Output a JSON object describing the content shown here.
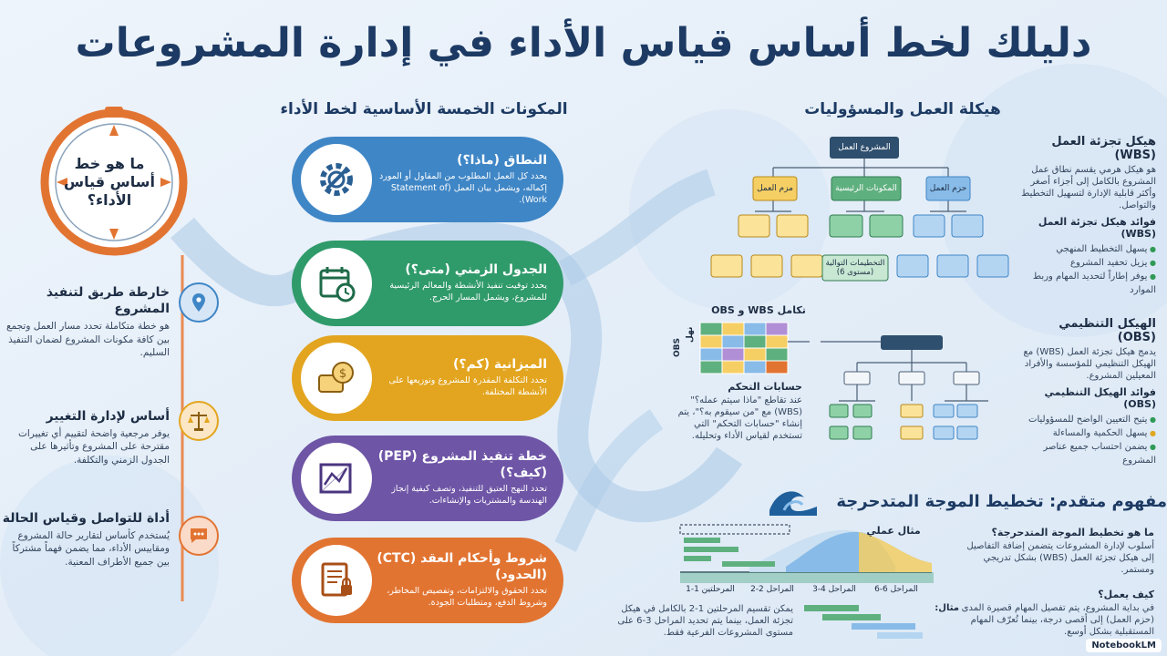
{
  "title": "دليلك لخط أساس قياس الأداء في إدارة المشروعات",
  "left": {
    "question": "ما هو خط أساس قياس الأداء؟",
    "items": [
      {
        "title": "خارطة طريق لتنفيذ المشروع",
        "text": "هو خطة متكاملة تحدد مسار العمل وتجمع بين كافة مكونات المشروع لضمان التنفيذ السليم."
      },
      {
        "title": "أساس لإدارة التغيير",
        "text": "يوفر مرجعية واضحة لتقييم أي تغييرات مقترحة على المشروع وتأثيرها على الجدول الزمني والتكلفة."
      },
      {
        "title": "أداة للتواصل وقياس الحالة",
        "text": "يُستخدم كأساس لتقارير حالة المشروع ومقاييس الأداء، مما يضمن فهماً مشتركاً بين جميع الأطراف المعنية."
      }
    ]
  },
  "components": {
    "heading": "المكونات الخمسة الأساسية لخط الأداء",
    "items": [
      {
        "title": "النطاق (ماذا؟)",
        "text": "يحدد كل العمل المطلوب من المقاول أو المورد إكماله، ويشمل بيان العمل (Statement of Work).",
        "color": "#3f86c6",
        "icon": "gear-wrench-icon"
      },
      {
        "title": "الجدول الزمني (متى؟)",
        "text": "يحدد توقيت تنفيذ الأنشطة والمعالم الرئيسية للمشروع، ويشمل المسار الحرج.",
        "color": "#2f9a6a",
        "icon": "calendar-clock-icon"
      },
      {
        "title": "الميزانية (كم؟)",
        "text": "تحدد التكلفة المقدرة للمشروع وتوزيعها على الأنشطة المختلفة.",
        "color": "#e3a51f",
        "icon": "money-icon"
      },
      {
        "title": "خطة تنفيذ المشروع (PEP) (كيف؟)",
        "text": "تحدد النهج العتيق للتنفيذ، وتصف كيفية إنجاز الهندسة والمشتريات والإنشاءات.",
        "color": "#6e55a6",
        "icon": "blueprint-icon"
      },
      {
        "title": "شروط وأحكام العقد (CTC) (الحدود)",
        "text": "تحدد الحقوق والالتزامات، وتفصيص المخاطر، وشروط الدفع، ومتطلبات الجودة.",
        "color": "#e27432",
        "icon": "contract-icon"
      }
    ]
  },
  "structure": {
    "heading": "هيكلة العمل والمسؤوليات",
    "wbs": {
      "title": "هيكل تجزئة العمل (WBS)",
      "text": "هو هيكل هرمي يقسم نطاق عمل المشروع بالكامل إلى أجزاء أصغر وأكثر قابلية الإدارة لتسهيل التخطيط والتواصل.",
      "benefits_title": "فوائد هيكل تجزئة العمل (WBS)",
      "benefits": [
        "يسهل التخطيط المنهجي",
        "يزيل تحفيد المشروع",
        "يوفر إطاراً لتحديد المهام وربط الموارد"
      ]
    },
    "tree": {
      "root": "المشروع العمل",
      "branches": [
        "مزم العمل",
        "المكونات الرئيسية",
        "حزم العمل"
      ],
      "leaf_label": "التخطيمات التوالية (مستوى 6)"
    },
    "obs": {
      "title": "الهيكل التنظيمي (OBS)",
      "text": "يدمج هيكل تجزئة العمل (WBS) مع الهيكل التنظيمي للمؤسسة والأفراد المعيلين المشروع.",
      "benefits_title": "فوائد الهيكل التنظيمي (OBS)",
      "benefits": [
        "يتيح التعيين الواضح للمسؤوليات",
        "يسهل الحكمية والمساءلة",
        "يضمن احتساب جميع عناصر المشروع"
      ]
    },
    "integration": {
      "title": "تكامل WBS و OBS",
      "axis_v": "OBS",
      "axis_v2": "نهل",
      "control_title": "حسابات التحكم",
      "control_text": "عند تقاطع \"ماذا سيتم عمله؟\" (WBS) مع \"من سيقوم به؟\"، يتم إنشاء \"حسابات التحكم\" التي تستخدم لقياس الأداء وتحليله."
    }
  },
  "rolling": {
    "heading": "مفهوم متقدم: تخطيط الموجة المتدحرجة",
    "example_title": "مثال عملي",
    "phases": [
      "المرحلتين 1-1",
      "المراحل 2-2",
      "المراحل 4-3",
      "المراحل 6-6"
    ],
    "what_title": "ما هو تخطيط الموجة المتدحرجة؟",
    "what_text": "أسلوب لإدارة المشروعات يتضمن إضافة التفاصيل إلى هيكل تجزئة العمل (WBS) بشكل تدريجي ومستمر.",
    "how_title": "كيف يعمل؟",
    "how_text": "في بداية المشروع، يتم تفصيل المهام قصيرة المدى (حزم العمل) إلى أقصى درجة، بينما تُعرّف المهام المستقبلية بشكل أوسع.",
    "example_label": "مثال:",
    "example_text": "يمكن تقسيم المرحلتين 1-2 بالكامل في هيكل تجزئة العمل، بينما يتم تحديد المراحل 3-6 على مستوى المشروعات الفرعية فقط."
  },
  "brand": "NotebookLM"
}
